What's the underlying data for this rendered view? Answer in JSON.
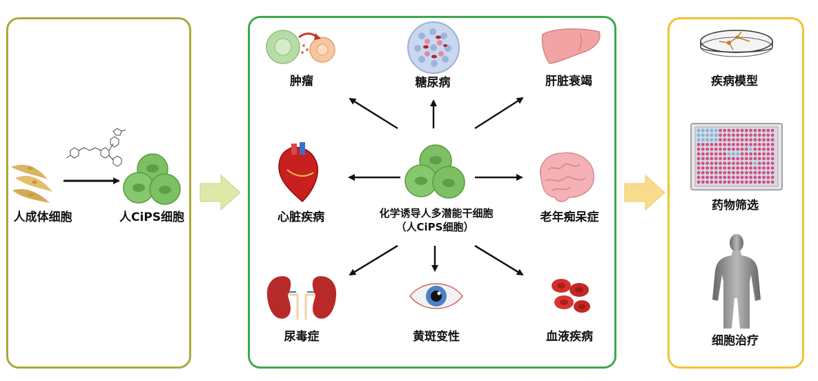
{
  "left_panel": {
    "source_label": "人成体细胞",
    "result_label": "人CiPS细胞"
  },
  "center": {
    "line1": "化学诱导人多潜能干细胞",
    "line2": "（人CiPS细胞）"
  },
  "diseases": {
    "tumor": "肿瘤",
    "diabetes": "糖尿病",
    "liver_failure": "肝脏衰竭",
    "heart_disease": "心脏疾病",
    "dementia": "老年痴呆症",
    "uremia": "尿毒症",
    "macular_degeneration": "黄斑变性",
    "blood_disease": "血液疾病"
  },
  "applications": {
    "disease_model": "疾病模型",
    "drug_screening": "药物筛选",
    "cell_therapy": "细胞治疗"
  },
  "colors": {
    "left_border": "#a8a83a",
    "middle_border": "#3aa94c",
    "right_border": "#f2c230",
    "cell_green": "#7cc063",
    "arrow_green": "#dfe8a8",
    "arrow_yellow": "#f8dc8c"
  },
  "icons": [
    "fibroblast-icon",
    "chemical-structure-icon",
    "stem-cell-cluster-icon",
    "tumor-cells-icon",
    "islet-icon",
    "liver-icon",
    "heart-icon",
    "brain-icon",
    "kidneys-icon",
    "eye-icon",
    "red-blood-cells-icon",
    "petri-dish-icon",
    "well-plate-icon",
    "human-silhouette-icon"
  ]
}
